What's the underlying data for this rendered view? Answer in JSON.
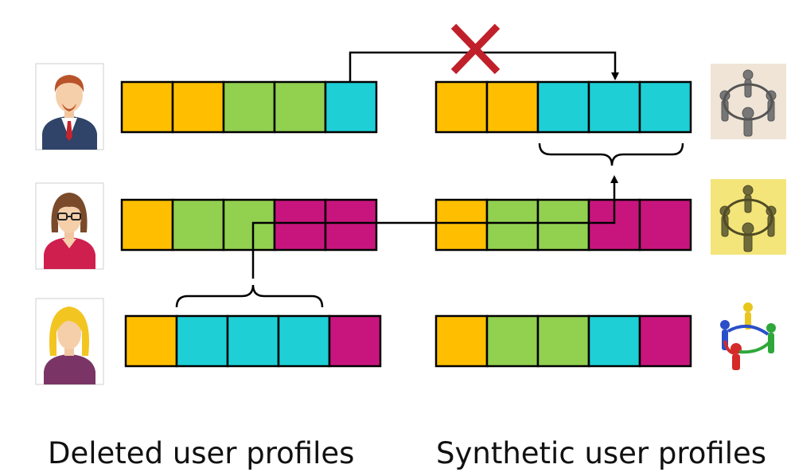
{
  "colors": {
    "orange": "#FFBF00",
    "green": "#92D050",
    "cyan": "#1ECFD6",
    "magenta": "#C8157E",
    "cross": "#C0202A",
    "stroke": "#000000"
  },
  "deleted_profiles": [
    {
      "avatar": "man-in-suit-icon",
      "cells": [
        "orange",
        "orange",
        "green",
        "green",
        "cyan"
      ]
    },
    {
      "avatar": "woman-with-glasses-icon",
      "cells": [
        "orange",
        "green",
        "green",
        "magenta",
        "magenta"
      ]
    },
    {
      "avatar": "blonde-woman-icon",
      "cells": [
        "orange",
        "cyan",
        "cyan",
        "cyan",
        "magenta"
      ]
    }
  ],
  "synthetic_profiles": [
    {
      "avatar": "gray-figures-circle-icon",
      "cells": [
        "orange",
        "orange",
        "cyan",
        "cyan",
        "cyan"
      ]
    },
    {
      "avatar": "yellow-figures-circle-icon",
      "cells": [
        "orange",
        "green",
        "green",
        "magenta",
        "magenta"
      ]
    },
    {
      "avatar": "colorful-figures-circle-icon",
      "cells": [
        "orange",
        "green",
        "green",
        "cyan",
        "magenta"
      ]
    }
  ],
  "captions": {
    "deleted": "Deleted user profiles",
    "synthetic": "Synthetic user profiles"
  }
}
